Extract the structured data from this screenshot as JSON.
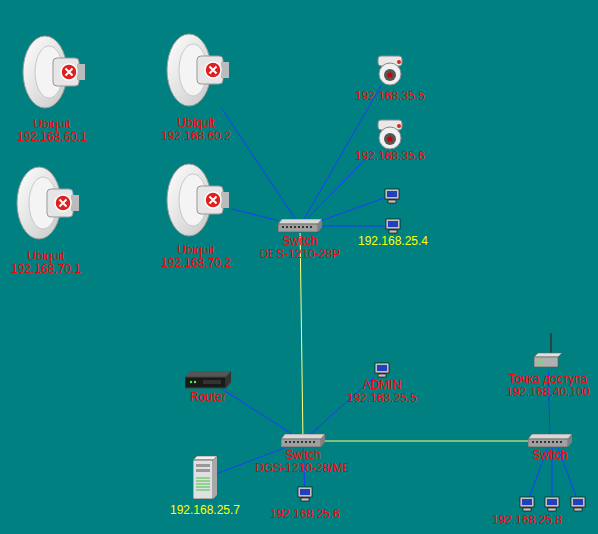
{
  "diagram": {
    "nodes": [
      {
        "text": [
          "Ubiquit",
          "192.168.60.1"
        ]
      },
      {
        "text": [
          "Ubiquit",
          "192.168.60.2"
        ]
      },
      {
        "text": [
          "192.168.35.5"
        ]
      },
      {
        "text": [
          "192.168.35.6"
        ]
      },
      {
        "text": [
          "Ubiquit",
          "192.168.70.1"
        ]
      },
      {
        "text": [
          "Ubiquit",
          "192.168.70.2"
        ]
      },
      {
        "text": [
          "Switch",
          "DES-1210-28P"
        ]
      },
      {
        "text": [
          "192.168.25.4"
        ]
      },
      {
        "text": [
          "Точка доступа",
          "192.168.40.100"
        ]
      },
      {
        "text": [
          "ADMIN",
          "192.168.25.5"
        ]
      },
      {
        "text": [
          "Router"
        ]
      },
      {
        "text": [
          "Switch",
          "DGS-1210-28/ME"
        ]
      },
      {
        "text": [
          "Switch"
        ]
      },
      {
        "text": [
          "192.168.25.7"
        ]
      },
      {
        "text": [
          "192.168.25.6"
        ]
      },
      {
        "text": [
          "192.168.25.8"
        ]
      }
    ],
    "edges": [
      {
        "from": 6,
        "to": 1,
        "arrow": "none"
      },
      {
        "from": 6,
        "to": 5,
        "arrow": "none"
      },
      {
        "from": 6,
        "to": 2,
        "arrow": "none"
      },
      {
        "from": 6,
        "to": 3,
        "arrow": "none"
      },
      {
        "from": 6,
        "to": 7,
        "arrow": "none"
      },
      {
        "from": 6,
        "to": 11,
        "arrow": "none"
      },
      {
        "from": 11,
        "to": 10,
        "arrow": "none"
      },
      {
        "from": 11,
        "to": 9,
        "arrow": "none"
      },
      {
        "from": 11,
        "to": 13,
        "arrow": "none"
      },
      {
        "from": 11,
        "to": 14,
        "arrow": "none"
      },
      {
        "from": 11,
        "to": 12,
        "arrow": "none"
      },
      {
        "from": 12,
        "to": 8,
        "arrow": "none"
      },
      {
        "from": 12,
        "to": 15,
        "arrow": "none"
      }
    ]
  }
}
